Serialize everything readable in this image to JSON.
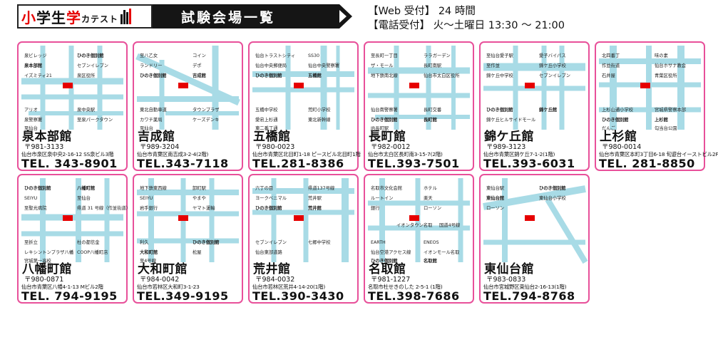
{
  "header": {
    "brand_prefix_1": "小",
    "brand_mid_1": "学",
    "brand_mid_2": "生",
    "brand_prefix_2": "学",
    "brand_suffix": "カテスト",
    "title": "試験会場一覧",
    "web_hours": "【Web 受付】 24 時間",
    "phone_hours": "【電話受付】 火〜土曜日 13:30 〜 21:00"
  },
  "colors": {
    "road": "#a8dbe6",
    "accent": "#e60000",
    "frame": "#e8509a",
    "banner": "#151515"
  },
  "venue_marker": "ひのき個別館",
  "venues": [
    {
      "name": "泉本部館",
      "zip": "〒981-3133",
      "address": "仙台市泉区泉中央2-16-12 SS泉ビル3階",
      "tel": "TEL. 343-8901",
      "map_labels": [
        "泉ビレッジ",
        "ひのき個別館",
        "泉本部館",
        "セブンイレブン",
        "イズミティ21",
        "泉区役所",
        "アリオ",
        "泉中央駅",
        "泉警察署",
        "至泉パークタウン",
        "至仙台"
      ]
    },
    {
      "name": "吉成館",
      "zip": "〒989-3204",
      "address": "仙台市青葉区南吉成3-2-4(2階)",
      "tel": "TEL.343-7118",
      "map_labels": [
        "至八乙女",
        "コイン",
        "ランドリー",
        "デポ",
        "ひのき個別館",
        "吉成館",
        "東北自動車道",
        "タウンプラザ",
        "カワチ薬局",
        "ケーズデンキ",
        "至仙台"
      ]
    },
    {
      "name": "五橋館",
      "zip": "〒980-0023",
      "address": "仙台市青葉区北目町1-18 ピースビル北目町1階",
      "tel": "TEL.281-8386",
      "map_labels": [
        "仙台トラストシティ",
        "SS30",
        "仙台中央郵便局",
        "仙台中央警察署",
        "ひのき個別館",
        "五橋館",
        "五橋中学校",
        "荒町小学校",
        "愛宕上杉通",
        "東北新幹線",
        "東二番丁通"
      ]
    },
    {
      "name": "長町館",
      "zip": "〒982-0012",
      "address": "仙台市太白区長町南3-15-7(2階)",
      "tel": "TEL.393-7501",
      "map_labels": [
        "至長町一丁目",
        "ララガーデン",
        "ザ・モール",
        "長町南駅",
        "地下鉄南北線",
        "仙台市太白区役所",
        "仙台南警察署",
        "長町交番",
        "ひのき個別館",
        "長町館",
        "JR長町駅"
      ]
    },
    {
      "name": "錦ケ丘館",
      "zip": "〒989-3123",
      "address": "仙台市青葉区錦ケ丘7-1-2(1階)",
      "tel": "TEL.393-6031",
      "map_labels": [
        "至仙台愛子駅",
        "愛子バイパス",
        "至作並",
        "錦ケ丘小学校",
        "錦ケ丘中学校",
        "セブンイレブン",
        "ひのき個別館",
        "錦ケ丘館",
        "錦ケ丘ヒルサイドモール"
      ]
    },
    {
      "name": "上杉館",
      "zip": "〒980-0014",
      "address": "仙台市青葉区本町3丁目6-18 旬遊台イーストビル2F",
      "tel": "TEL. 281-8850",
      "map_labels": [
        "北四番丁",
        "味の素",
        "作並街道",
        "仙台ホサナ教会",
        "石井屋",
        "青葉区役所",
        "上杉山通小学校",
        "宮城県警察本部",
        "ひのき個別館",
        "上杉館",
        "だんご",
        "勾当台公園"
      ]
    },
    {
      "name": "八幡町館",
      "zip": "〒980-0871",
      "address": "仙台市青葉区八幡4-1-13 Mビル2階",
      "tel": "TEL. 794-9195",
      "map_labels": [
        "ひのき個別館",
        "八幡町館",
        "SEIYU",
        "至仙台",
        "至聖光病院",
        "県道 31 号線（作並街道）",
        "至折立",
        "杜の都信金",
        "レキシントンプラザ八幡",
        "COOP八幡町店",
        "宮城第一高校"
      ]
    },
    {
      "name": "大和町館",
      "zip": "〒984-0042",
      "address": "仙台市若林区大和町3-1-23",
      "tel": "TEL.349-9195",
      "map_labels": [
        "地下鉄東西線",
        "卸町駅",
        "SEIYU",
        "やまや",
        "岩手銀行",
        "ヤマト運輸",
        "利久",
        "ひのき個別館",
        "大和町館",
        "松屋",
        "至4号線"
      ]
    },
    {
      "name": "荒井館",
      "zip": "〒984-0032",
      "address": "仙台市若林区荒井4-14-20(1階)",
      "tel": "TEL.390-3430",
      "map_labels": [
        "六丁の目",
        "県道137号線",
        "ヨークベニマル",
        "荒井駅",
        "ひのき個別館",
        "荒井館",
        "セブンイレブン",
        "七郷中学校",
        "仙台東部道路"
      ]
    },
    {
      "name": "名取館",
      "zip": "〒981-1227",
      "address": "名取市杜せきのした 2-5-1 (1階)",
      "tel": "TEL.398-7686",
      "map_labels": [
        "名取市文化会館",
        "ホテル",
        "ルートイン",
        "楽天",
        "銀行",
        "ローソン",
        "EARTH",
        "ENEOS",
        "仙台空港アクセス線",
        "イオンモール名取",
        "ひのき個別館",
        "名取館",
        "イオンタウン名取",
        "国道4号線"
      ]
    },
    {
      "name": "東仙台館",
      "zip": "〒983-0833",
      "address": "仙台市宮城野区東仙台2-16-13(1階)",
      "tel": "TEL.794-8768",
      "map_labels": [
        "東仙台駅",
        "ひのき個別館",
        "東仙台館",
        "東仙台小学校",
        "ローソン"
      ]
    }
  ]
}
